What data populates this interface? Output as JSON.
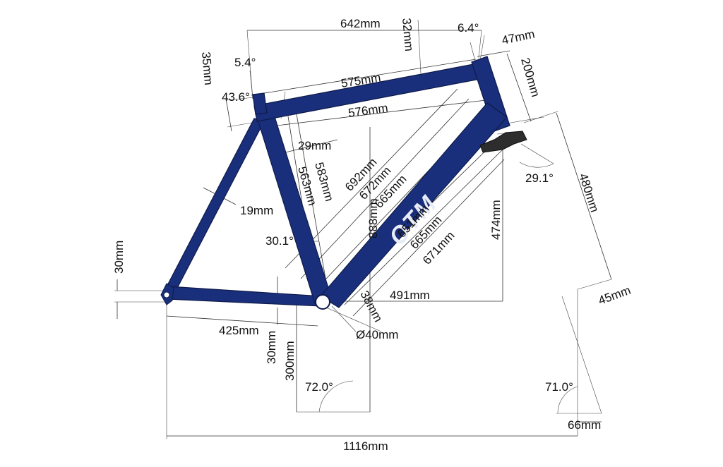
{
  "brand": "OTM",
  "colors": {
    "frame": "#1a2f7c",
    "frame_outline": "#0d1a4a",
    "dropout": "#2d2d2d",
    "dimension_line": "#333333"
  },
  "dimensions": {
    "top_tube_horizontal": "642mm",
    "top_tube_actual": "575mm",
    "top_tube_inner": "576mm",
    "seat_angle_offset": "5.4°",
    "head_angle_offset": "6.4°",
    "head_tube_gap": "32mm",
    "head_tube_diameter": "47mm",
    "head_tube_length": "200mm",
    "seat_top_height": "35mm",
    "seat_cluster_angle": "43.6°",
    "seat_stay_offset": "29mm",
    "seat_tube_length_a": "563mm",
    "seat_tube_length_b": "583mm",
    "diag_692": "692mm",
    "diag_672": "672mm",
    "diag_665_upper": "665mm",
    "diag_651": "651mm",
    "diag_665_lower": "665mm",
    "diag_671": "671mm",
    "seat_stay_diameter": "19mm",
    "seat_tube_angle": "30.1°",
    "stack": "888mm",
    "reach": "491mm",
    "head_to_bb_vertical": "474mm",
    "fork_length": "480mm",
    "fork_angle": "29.1°",
    "dropout_height": "30mm",
    "chainstay": "425mm",
    "bb_drop": "30mm",
    "bb_height": "300mm",
    "bb_shell_width": "38mm",
    "bb_diameter": "Ø40mm",
    "seat_angle": "72.0°",
    "head_angle": "71.0°",
    "fork_rake": "45mm",
    "trail": "66mm",
    "wheelbase": "1116mm"
  }
}
